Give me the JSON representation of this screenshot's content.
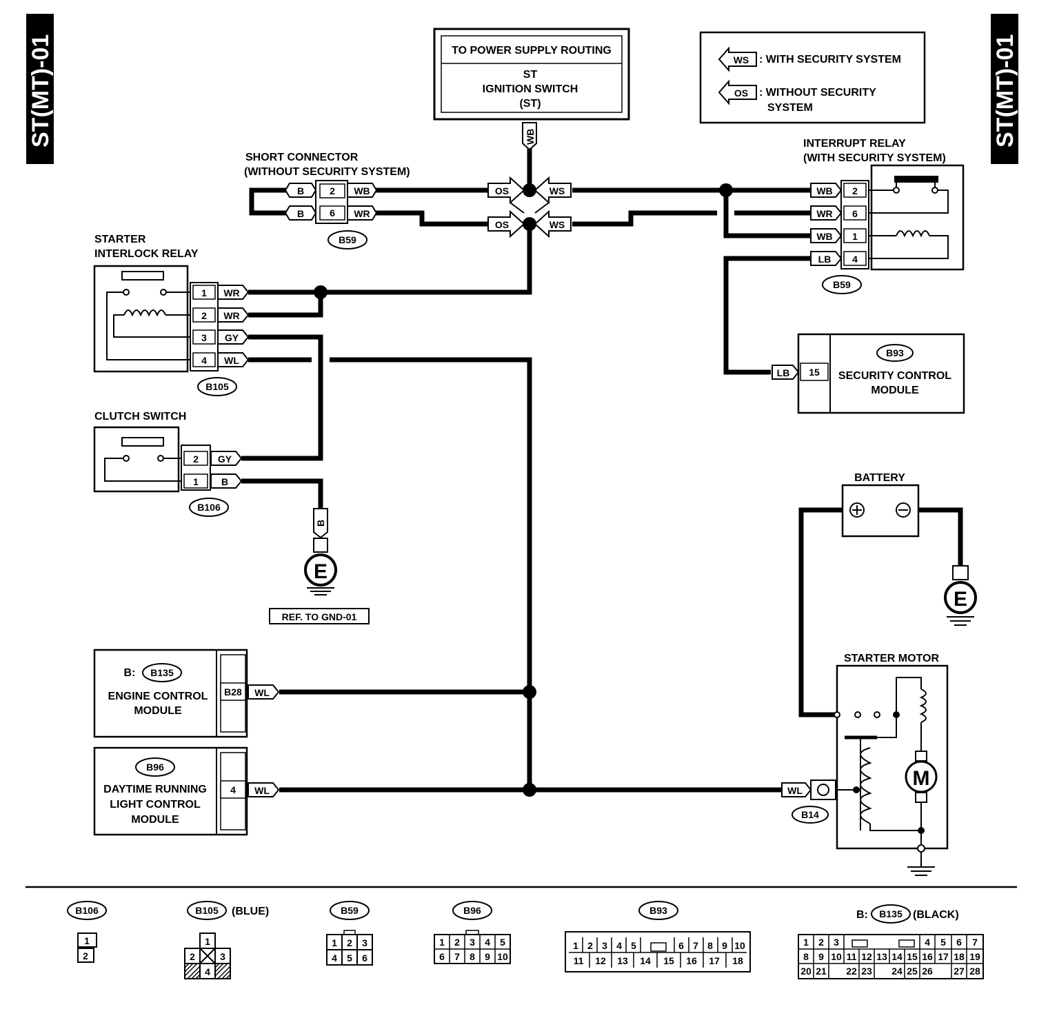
{
  "side_label": "ST(MT)-01",
  "power_box": {
    "title": "TO POWER SUPPLY ROUTING",
    "line1": "ST",
    "line2": "IGNITION SWITCH",
    "line3": "(ST)"
  },
  "legend": {
    "ws_tag": "WS",
    "ws_text": ": WITH SECURITY SYSTEM",
    "os_tag": "OS",
    "os_text1": ": WITHOUT SECURITY",
    "os_text2": "SYSTEM"
  },
  "short_connector": {
    "title1": "SHORT CONNECTOR",
    "title2": "(WITHOUT SECURITY SYSTEM)"
  },
  "interrupt_relay": {
    "title1": "INTERRUPT RELAY",
    "title2": "(WITH SECURITY SYSTEM)"
  },
  "starter_interlock": {
    "title1": "STARTER",
    "title2": "INTERLOCK RELAY"
  },
  "clutch_switch": {
    "title": "CLUTCH SWITCH"
  },
  "battery": {
    "title": "BATTERY"
  },
  "starter_motor": {
    "title": "STARTER MOTOR",
    "motor": "M"
  },
  "security_module": {
    "code": "B93",
    "line1": "SECURITY CONTROL",
    "line2": "MODULE",
    "pin": "15"
  },
  "ecm": {
    "prefix": "B:",
    "code": "B135",
    "line1": "ENGINE CONTROL",
    "line2": "MODULE",
    "pin": "B28"
  },
  "drl": {
    "code": "B96",
    "line1": "DAYTIME RUNNING",
    "line2": "LIGHT CONTROL",
    "line3": "MODULE",
    "pin": "4"
  },
  "ground": {
    "symbol": "E",
    "ref": "REF. TO GND-01"
  },
  "wires": {
    "wb": "WB",
    "wr": "WR",
    "b": "B",
    "gy": "GY",
    "wl": "WL",
    "lb": "LB"
  },
  "switch_tags": {
    "os": "OS",
    "ws": "WS"
  },
  "connector_tags": {
    "b59": "B59",
    "b105": "B105",
    "b106": "B106",
    "b14": "B14"
  },
  "pins": {
    "p1": "1",
    "p2": "2",
    "p3": "3",
    "p4": "4",
    "p6": "6"
  },
  "footer": {
    "b106": "B106",
    "b105": "B105",
    "b105_color": "(BLUE)",
    "b59": "B59",
    "b96": "B96",
    "b93": "B93",
    "b135_prefix": "B:",
    "b135": "B135",
    "b135_color": "(BLACK)"
  }
}
